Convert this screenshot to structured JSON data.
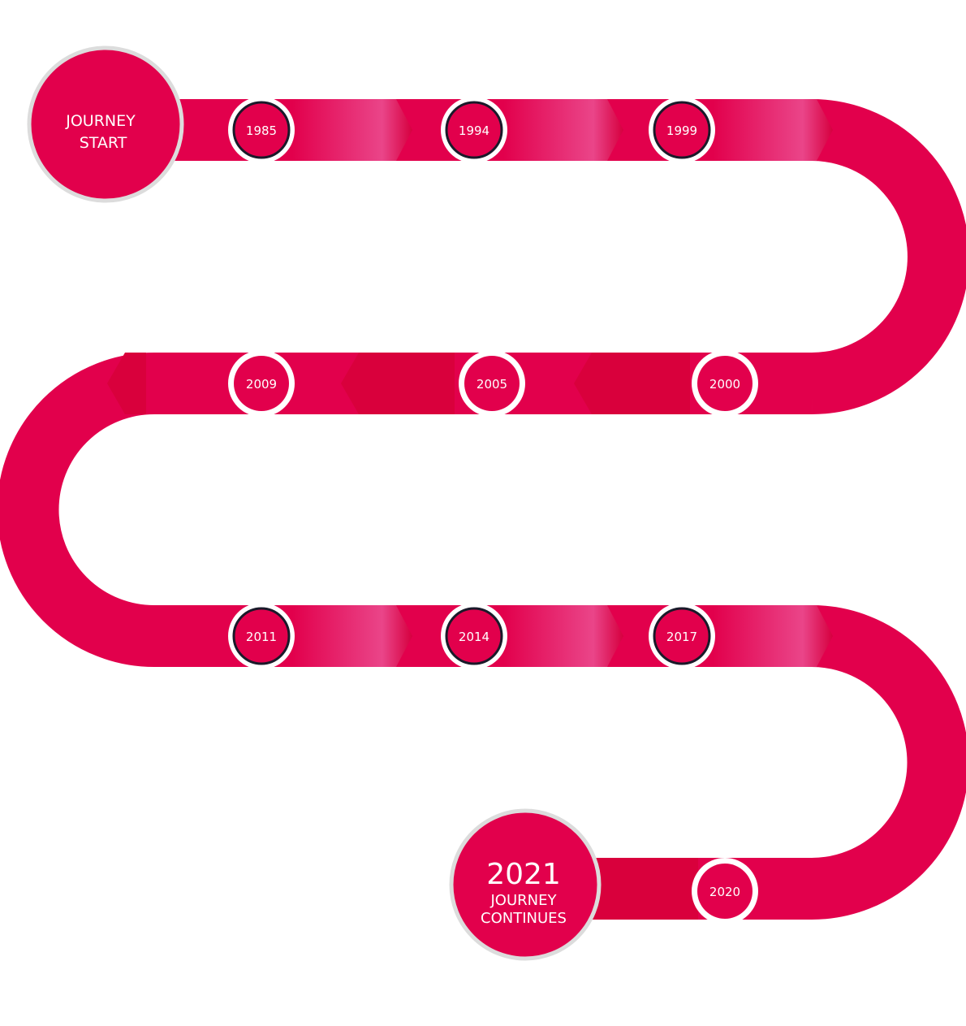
{
  "start": {
    "line1": "JOURNEY",
    "line2": "START"
  },
  "end": {
    "year": "2021",
    "line1": "JOURNEY",
    "line2": "CONTINUES"
  },
  "milestones": [
    "1985",
    "1994",
    "1999",
    "2000",
    "2005",
    "2009",
    "2011",
    "2014",
    "2017",
    "2020"
  ],
  "colors": {
    "track": "#e2004c",
    "highlight": "#ea4589",
    "dark_chevron": "#d9003c",
    "ring": "#ffffff",
    "outline": "#dddddd"
  }
}
